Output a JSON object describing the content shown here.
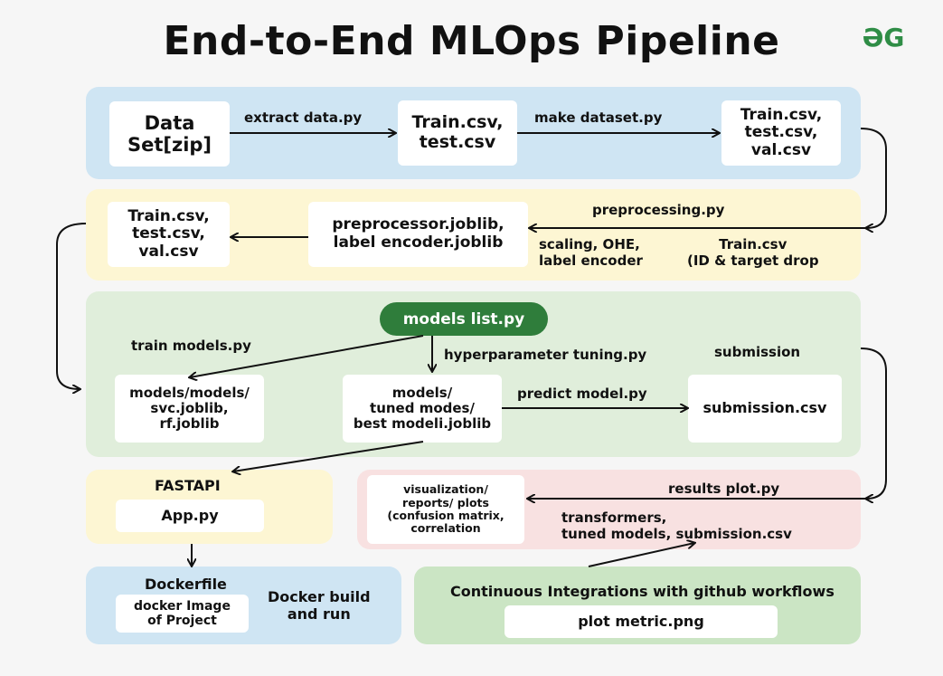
{
  "title": "End-to-End MLOps Pipeline",
  "logo_text": "ƏG",
  "colors": {
    "blue_panel": "#cfe5f3",
    "yellow_panel": "#fdf6d3",
    "green_panel": "#e0eedb",
    "pink_panel": "#f8e1e1",
    "green_panel_dark": "#cbe5c4",
    "pill": "#2f7d3b",
    "logo": "#2f8d46"
  },
  "row1": {
    "dataset": "Data\nSet[zip]",
    "extract_label": "extract data.py",
    "train_test": "Train.csv,\ntest.csv",
    "make_label": "make dataset.py",
    "train_test_val": "Train.csv,\ntest.csv,\nval.csv"
  },
  "row2": {
    "train_test_val": "Train.csv,\ntest.csv,\nval.csv",
    "preprocessor": "preprocessor.joblib,\nlabel encoder.joblib",
    "preprocessing_label": "preprocessing.py",
    "scaling_label": "scaling, OHE,\nlabel encoder",
    "drop_label": "Train.csv\n(ID & target drop"
  },
  "row3": {
    "models_list": "models list.py",
    "train_models_label": "train models.py",
    "hyper_label": "hyperparameter tuning.py",
    "submission_label": "submission",
    "models_box": "models/models/\nsvc.joblib,\nrf.joblib",
    "tuned_box": "models/\ntuned modes/\nbest modeli.joblib",
    "predict_label": "predict model.py",
    "submission_box": "submission.csv"
  },
  "row4": {
    "fastapi": "FASTAPI",
    "app": "App.py",
    "viz_box": "visualization/\nreports/ plots\n(confusion matrix,\ncorrelation",
    "results_label": "results plot.py",
    "transformers_label": "transformers,\ntuned models, submission.csv"
  },
  "row5": {
    "dockerfile": "Dockerfile",
    "docker_image": "docker Image\nof Project",
    "docker_build": "Docker build\nand run",
    "ci_label": "Continuous Integrations with github workflows",
    "plot_metric": "plot metric.png"
  }
}
